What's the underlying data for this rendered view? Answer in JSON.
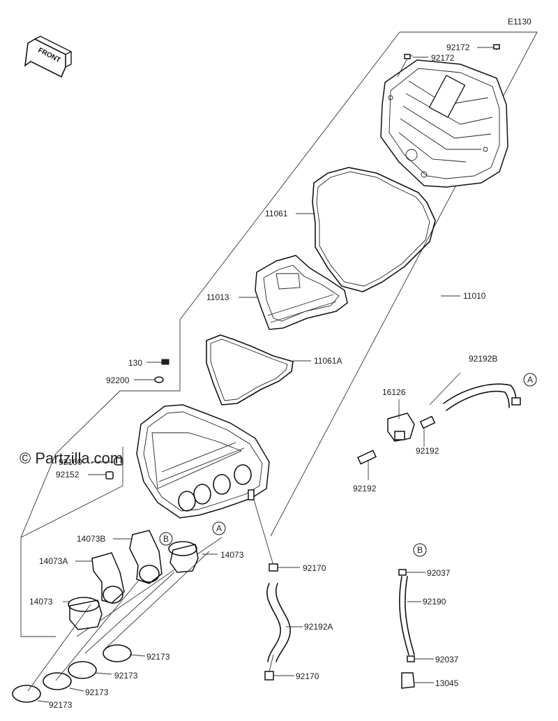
{
  "diagram_code": "E1130",
  "front_label": "FRONT",
  "watermark": "© Partzilla.com",
  "callouts": {
    "A": "A",
    "B": "B"
  },
  "parts": {
    "p92172_1": "92172",
    "p92172_2": "92172",
    "p11061": "11061",
    "p11013": "11013",
    "p11010": "11010",
    "p11061A": "11061A",
    "p130": "130",
    "p92200": "92200",
    "p92160": "92160",
    "p92152": "92152",
    "p92192B": "92192B",
    "p16126": "16126",
    "p92192_1": "92192",
    "p92192_2": "92192",
    "p14073B": "14073B",
    "p14073A": "14073A",
    "p14073_1": "14073",
    "p14073_2": "14073",
    "p92170_1": "92170",
    "p92170_2": "92170",
    "p92192A": "92192A",
    "p92037_1": "92037",
    "p92037_2": "92037",
    "p92190": "92190",
    "p13045": "13045",
    "p92173_1": "92173",
    "p92173_2": "92173",
    "p92173_3": "92173",
    "p92173_4": "92173"
  }
}
